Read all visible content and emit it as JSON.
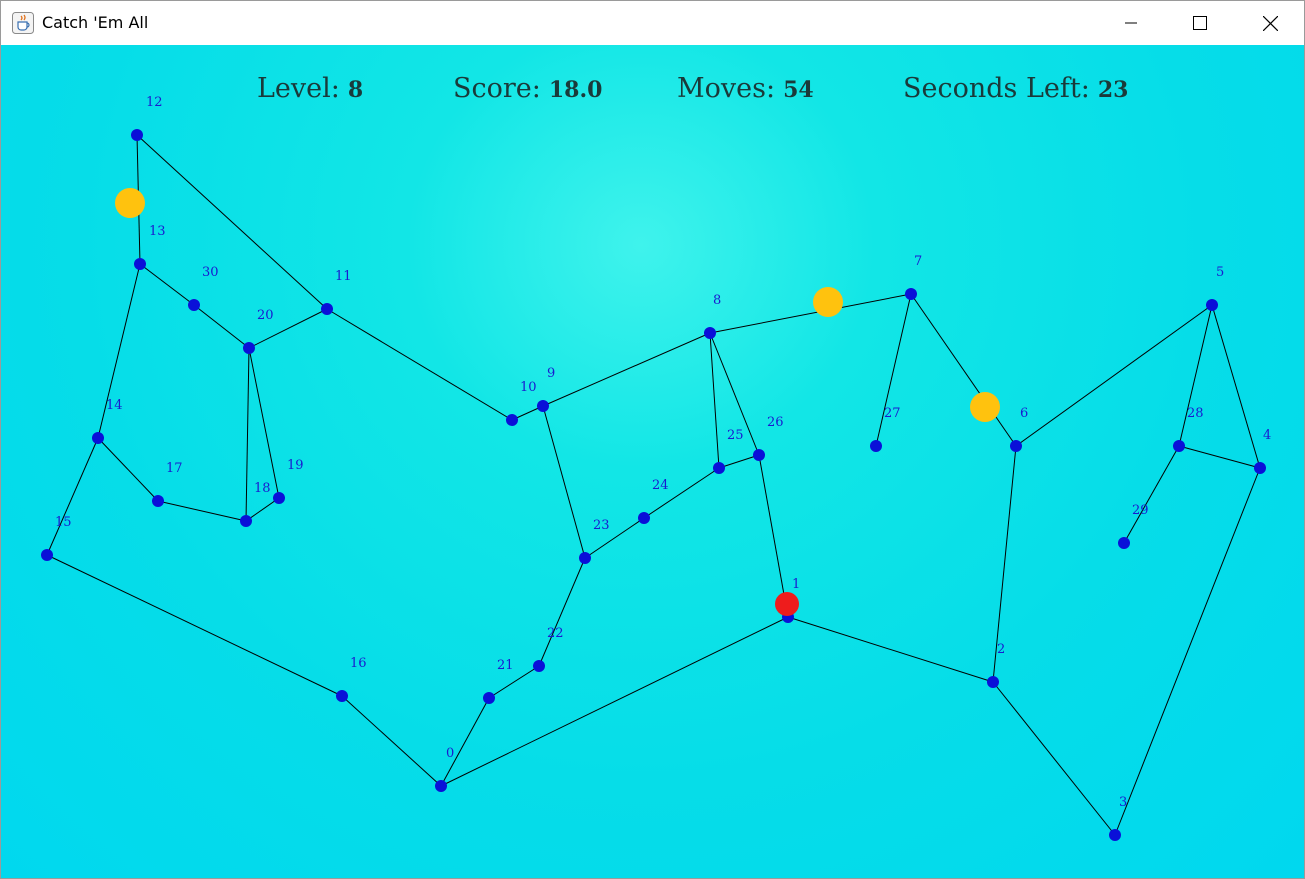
{
  "window": {
    "title": "Catch 'Em All",
    "app_icon": "java-cup-icon",
    "controls": [
      "minimize-icon",
      "maximize-icon",
      "close-icon"
    ]
  },
  "hud": {
    "level_label": "Level:",
    "level_value": "8",
    "score_label": "Score:",
    "score_value": "18.0",
    "moves_label": "Moves:",
    "moves_value": "54",
    "seconds_label": "Seconds Left:",
    "seconds_value": "23"
  },
  "colors": {
    "node": "#0a10d8",
    "edge": "#000000",
    "label": "#1a1ad0",
    "player": "#ee1c1c",
    "target": "#ffc20e"
  },
  "graph": {
    "nodes": [
      {
        "id": "0",
        "label": "0"
      },
      {
        "id": "1",
        "label": "1"
      },
      {
        "id": "2",
        "label": "2"
      },
      {
        "id": "3",
        "label": "3"
      },
      {
        "id": "4",
        "label": "4"
      },
      {
        "id": "5",
        "label": "5"
      },
      {
        "id": "6",
        "label": "6"
      },
      {
        "id": "7",
        "label": "7"
      },
      {
        "id": "8",
        "label": "8"
      },
      {
        "id": "9",
        "label": "9"
      },
      {
        "id": "10",
        "label": "10"
      },
      {
        "id": "11",
        "label": "11"
      },
      {
        "id": "12",
        "label": "12"
      },
      {
        "id": "13",
        "label": "13"
      },
      {
        "id": "14",
        "label": "14"
      },
      {
        "id": "15",
        "label": "15"
      },
      {
        "id": "16",
        "label": "16"
      },
      {
        "id": "17",
        "label": "17"
      },
      {
        "id": "18",
        "label": "18"
      },
      {
        "id": "19",
        "label": "19"
      },
      {
        "id": "20",
        "label": "20"
      },
      {
        "id": "21",
        "label": "21"
      },
      {
        "id": "22",
        "label": "22"
      },
      {
        "id": "23",
        "label": "23"
      },
      {
        "id": "24",
        "label": "24"
      },
      {
        "id": "25",
        "label": "25"
      },
      {
        "id": "26",
        "label": "26"
      },
      {
        "id": "27",
        "label": "27"
      },
      {
        "id": "28",
        "label": "28"
      },
      {
        "id": "29",
        "label": "29"
      },
      {
        "id": "30",
        "label": "30"
      }
    ],
    "edges": [
      [
        "12",
        "13"
      ],
      [
        "12",
        "11"
      ],
      [
        "13",
        "30"
      ],
      [
        "30",
        "20"
      ],
      [
        "20",
        "11"
      ],
      [
        "20",
        "18"
      ],
      [
        "20",
        "19"
      ],
      [
        "19",
        "18"
      ],
      [
        "18",
        "17"
      ],
      [
        "17",
        "14"
      ],
      [
        "14",
        "13"
      ],
      [
        "14",
        "15"
      ],
      [
        "15",
        "16"
      ],
      [
        "16",
        "0"
      ],
      [
        "0",
        "21"
      ],
      [
        "21",
        "22"
      ],
      [
        "22",
        "23"
      ],
      [
        "23",
        "9"
      ],
      [
        "9",
        "10"
      ],
      [
        "10",
        "11"
      ],
      [
        "9",
        "8"
      ],
      [
        "8",
        "25"
      ],
      [
        "8",
        "26"
      ],
      [
        "26",
        "1"
      ],
      [
        "26",
        "25"
      ],
      [
        "25",
        "24"
      ],
      [
        "24",
        "23"
      ],
      [
        "8",
        "7"
      ],
      [
        "7",
        "27"
      ],
      [
        "7",
        "6"
      ],
      [
        "6",
        "2"
      ],
      [
        "6",
        "5"
      ],
      [
        "5",
        "28"
      ],
      [
        "5",
        "4"
      ],
      [
        "28",
        "4"
      ],
      [
        "28",
        "29"
      ],
      [
        "4",
        "3"
      ],
      [
        "3",
        "2"
      ],
      [
        "2",
        "1"
      ],
      [
        "1",
        "0"
      ]
    ],
    "player": {
      "label": "player"
    },
    "targets": [
      {
        "label": "catcher-a"
      },
      {
        "label": "catcher-b"
      },
      {
        "label": "catcher-c"
      }
    ]
  }
}
